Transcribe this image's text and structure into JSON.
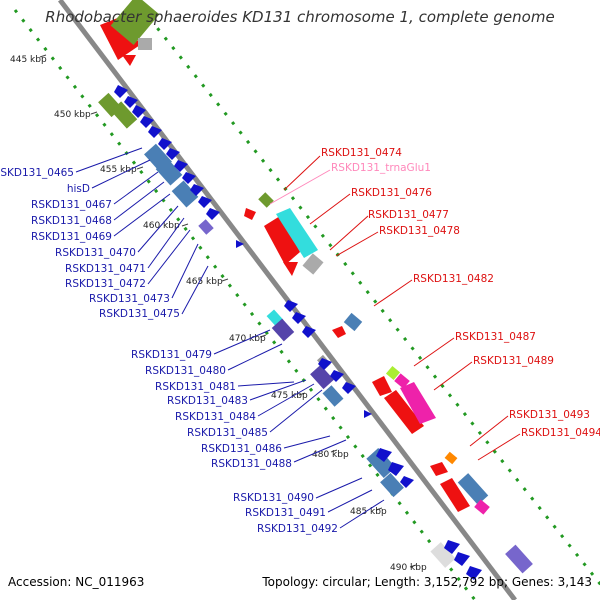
{
  "title": "Rhodobacter sphaeroides KD131 chromosome 1, complete genome",
  "accession_text": "Accession: NC_011963",
  "summary_text": "Topology: circular; Length: 3,152,792 bp; Genes: 3,143",
  "ticks": [
    "445 kbp",
    "450 kbp",
    "455 kbp",
    "460 kbp",
    "465 kbp",
    "470 kbp",
    "475 kbp",
    "480 kbp",
    "485 kbp",
    "490 kbp"
  ],
  "left_labels": [
    "RSKD131_0465",
    "hisD",
    "RSKD131_0467",
    "RSKD131_0468",
    "RSKD131_0469",
    "RSKD131_0470",
    "RSKD131_0471",
    "RSKD131_0472",
    "RSKD131_0473",
    "RSKD131_0475",
    "RSKD131_0479",
    "RSKD131_0480",
    "RSKD131_0481",
    "RSKD131_0483",
    "RSKD131_0484",
    "RSKD131_0485",
    "RSKD131_0486",
    "RSKD131_0488",
    "RSKD131_0490",
    "RSKD131_0491",
    "RSKD131_0492"
  ],
  "right_labels": [
    "RSKD131_0474",
    "RSKD131_trnaGlu1",
    "RSKD131_0476",
    "RSKD131_0477",
    "RSKD131_0478",
    "RSKD131_0482",
    "RSKD131_0487",
    "RSKD131_0489",
    "RSKD131_0493",
    "RSKD131_0494"
  ],
  "colors": {
    "left_label": "#1a1aaa",
    "right_label": "#dd1111",
    "trna_label": "#ff88bb",
    "backbone": "#888888",
    "dotted_ring": "#229922",
    "forward_arrow": "#1111cc",
    "steel_blue": "#4a7fb5",
    "cyan": "#33dddd",
    "olive": "#6e9a2e",
    "red": "#ee1111",
    "magenta": "#ee22aa",
    "grey": "#999999",
    "purple": "#5544aa",
    "orange": "#ff8800"
  }
}
